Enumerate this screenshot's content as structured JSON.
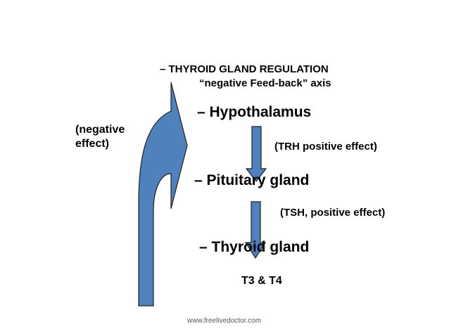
{
  "title": "– THYROID GLAND REGULATION",
  "subtitle": "“negative Feed-back” axis",
  "feedback_label": "(negative effect)",
  "levels": [
    "– Hypothalamus",
    "– Pituitary gland",
    "– Thyroid gland"
  ],
  "signals": [
    "(TRH positive effect)",
    "(TSH, positive effect)"
  ],
  "hormones": "T3  &  T4",
  "footer": "www.freelivedoctor.com",
  "colors": {
    "arrow_fill": "#4f81bd",
    "arrow_stroke": "#1f1f1f"
  }
}
